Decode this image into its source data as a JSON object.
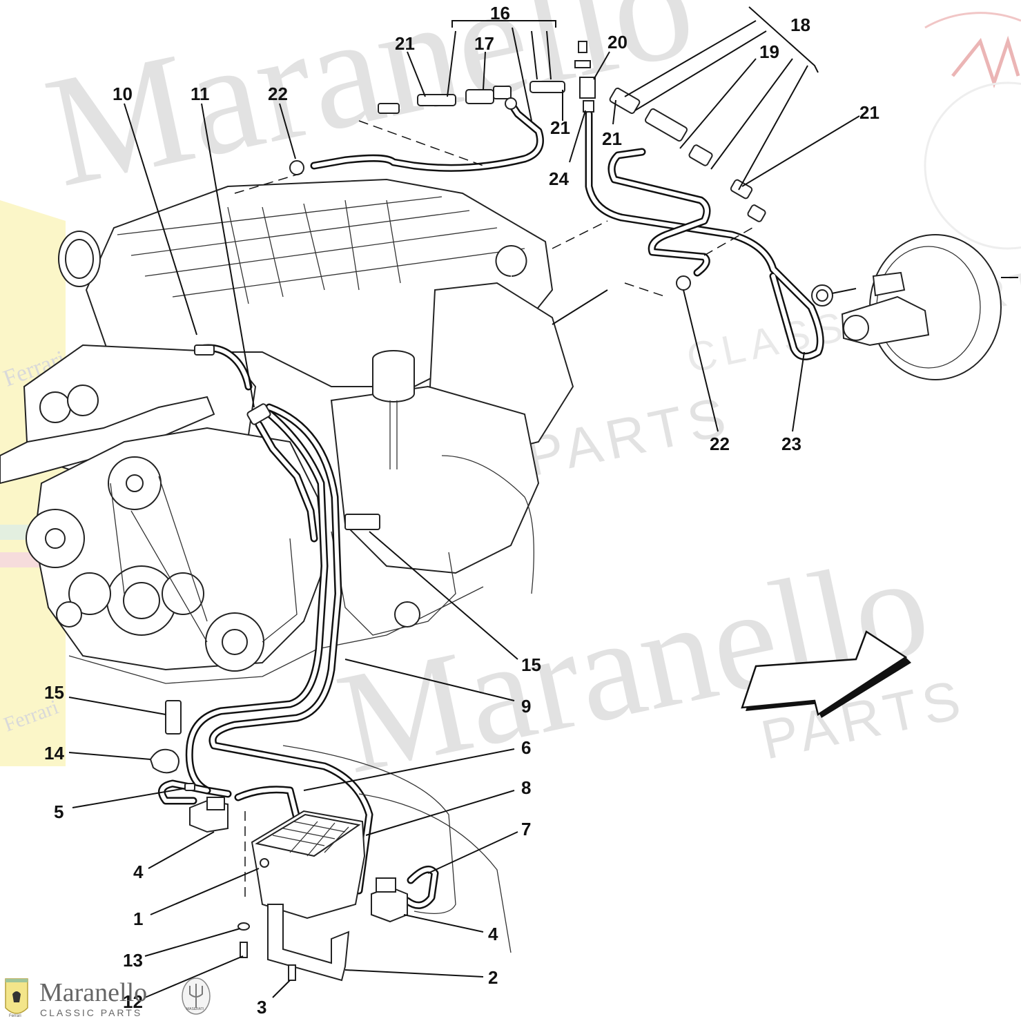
{
  "callouts": {
    "c16": "16",
    "c21a": "21",
    "c17": "17",
    "c20": "20",
    "c18": "18",
    "c19": "19",
    "c10": "10",
    "c11": "11",
    "c22a": "22",
    "c21b": "21",
    "c21c": "21",
    "c24": "24",
    "c21d": "21",
    "c22b": "22",
    "c23": "23",
    "c15a": "15",
    "c9": "9",
    "c15b": "15",
    "c14": "14",
    "c6": "6",
    "c8": "8",
    "c5": "5",
    "c7": "7",
    "c4a": "4",
    "c1": "1",
    "c4b": "4",
    "c13": "13",
    "c2": "2",
    "c12": "12",
    "c3": "3"
  },
  "watermark": {
    "big_word_1": "Maranello",
    "big_word_2": "Maranello",
    "parts_word_1": "PARTS",
    "parts_word_2": "PARTS",
    "classic_word": "CLASSIC PARTS",
    "badge_word_1": "Ferrari",
    "badge_word_2": "Ferrari"
  },
  "footer": {
    "brand": "Maranello",
    "subtitle": "CLASSIC PARTS",
    "logo_text": "Ferrari",
    "seal_text": "MASERATI"
  },
  "colors": {
    "ink": "#111111",
    "watermark": "#d9d9d9",
    "badge_yellow": "#fbf6c8",
    "badge_green": "#e3efe0",
    "badge_red": "#f6dcdc",
    "seal_red": "#e9a0a0"
  }
}
